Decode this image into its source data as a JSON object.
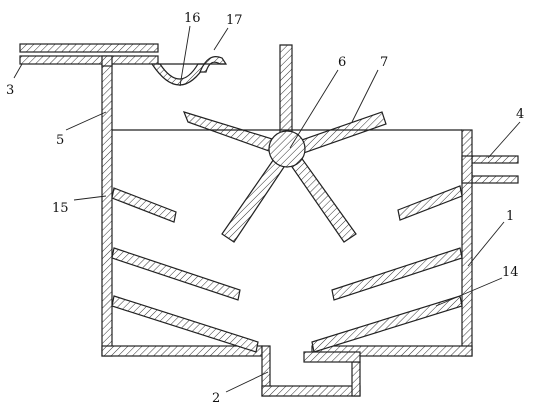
{
  "diagram": {
    "style": {
      "stroke": "#222222",
      "hatch": "#333333",
      "background": "#ffffff"
    },
    "labels": {
      "l1": "1",
      "l2": "2",
      "l3": "3",
      "l4": "4",
      "l5": "5",
      "l6": "6",
      "l7": "7",
      "l14": "14",
      "l15": "15",
      "l16": "16",
      "l17": "17"
    }
  }
}
